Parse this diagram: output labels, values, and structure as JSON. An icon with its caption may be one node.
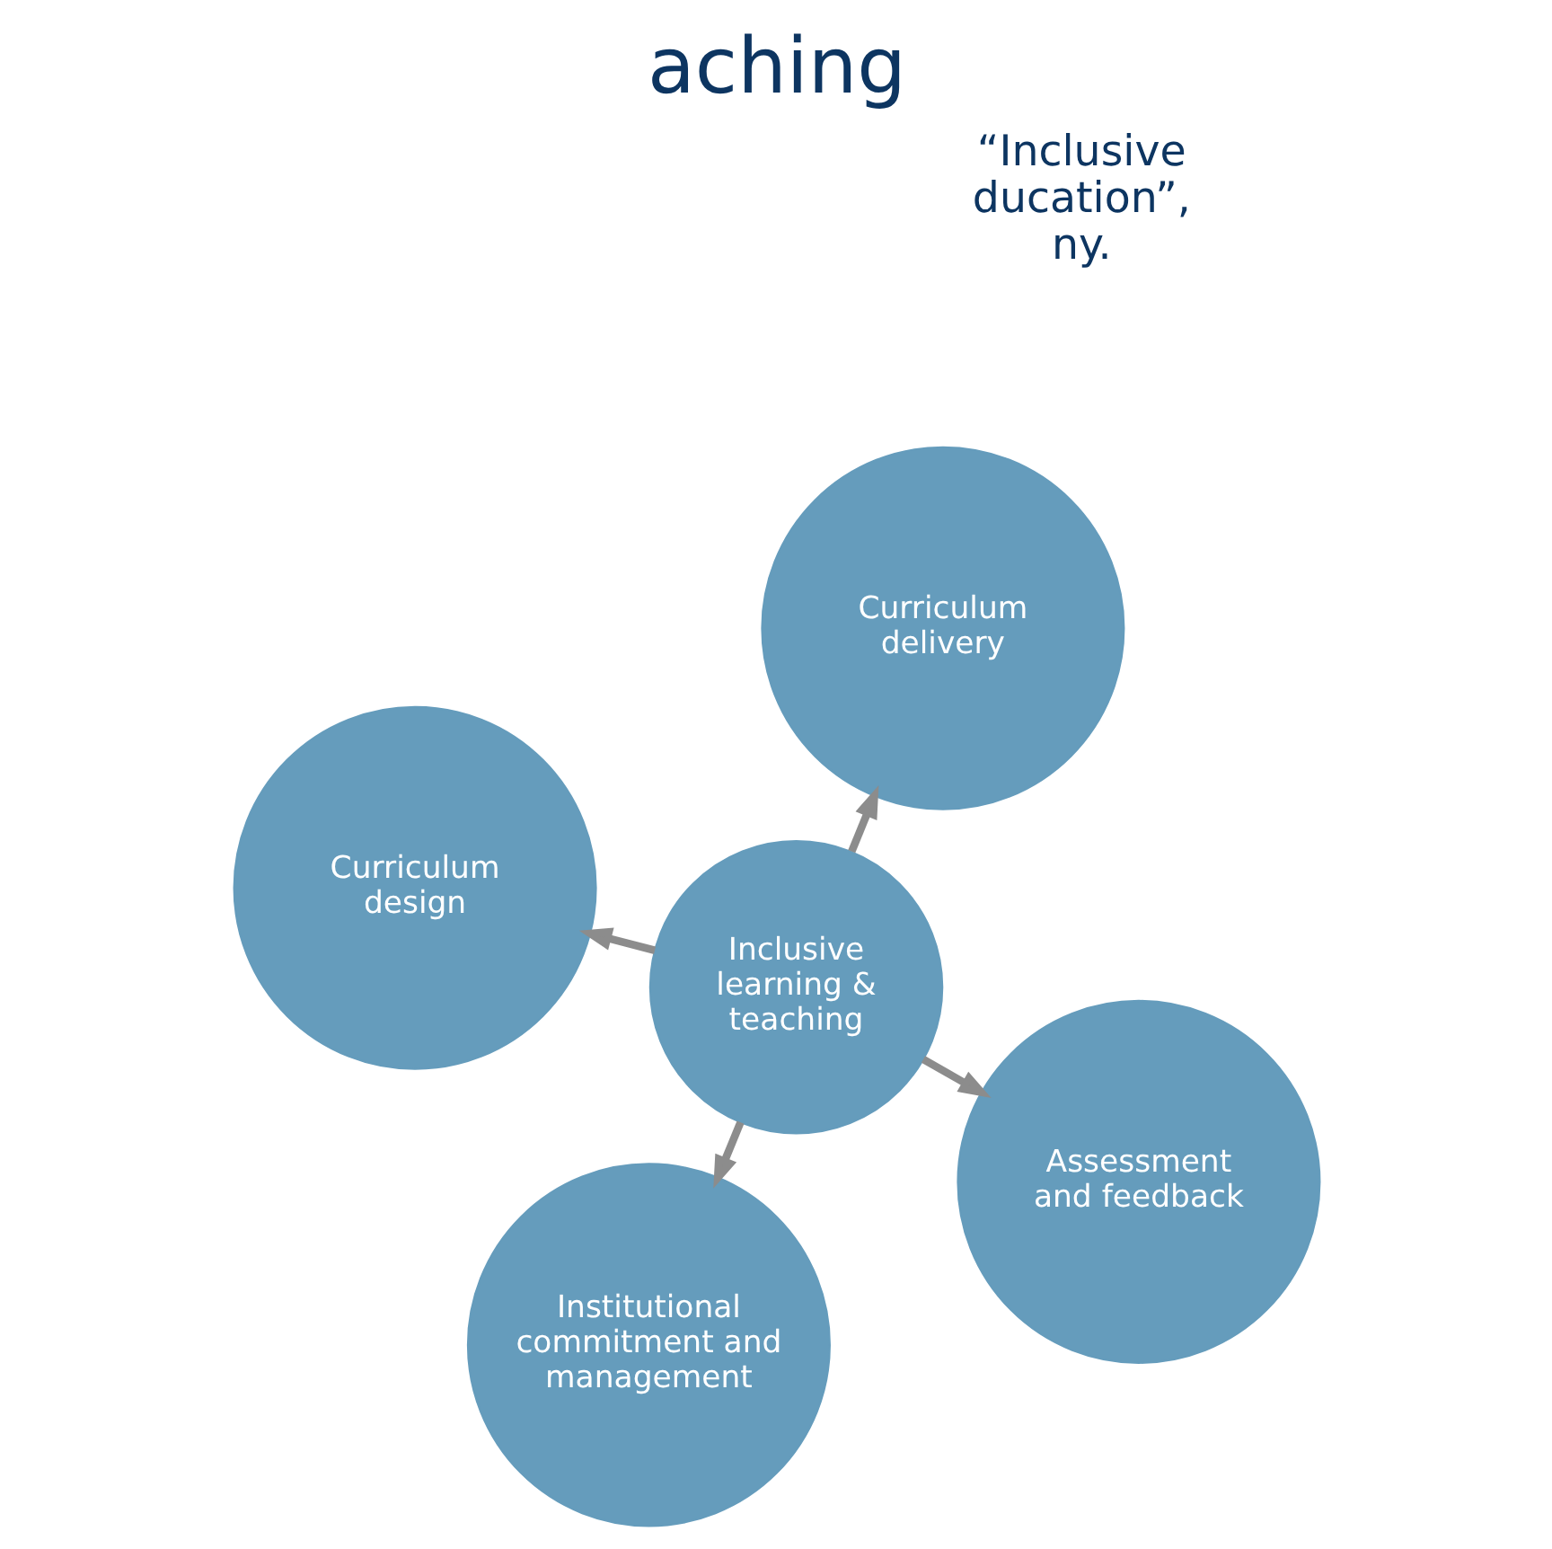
{
  "diagram": {
    "title": "aching",
    "nodes": [
      {
        "text": [
          "Institutional commitment and management"
        ]
      },
      {
        "text": [
          "Assessment and feedback"
        ]
      },
      {
        "text": [
          "Inclusive learning & teaching"
        ]
      },
      {
        "text": [
          "Curriculum design"
        ]
      },
      {
        "text": [
          "Curriculum delivery"
        ]
      }
    ],
    "edges": [
      {
        "from": 2,
        "to": 0,
        "arrow": "to"
      },
      {
        "from": 2,
        "to": 1,
        "arrow": "to"
      },
      {
        "from": 2,
        "to": 3,
        "arrow": "to"
      },
      {
        "from": 2,
        "to": 4,
        "arrow": "to"
      }
    ],
    "labels": [
      "“Inclusive ducation”, ny."
    ]
  }
}
